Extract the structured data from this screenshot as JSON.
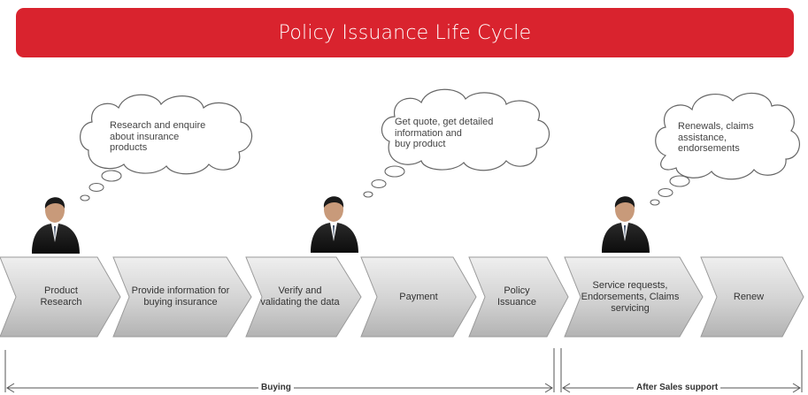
{
  "title": "Policy Issuance Life Cycle",
  "thoughts": [
    "Research and enquire\nabout insurance\nproducts",
    "Get quote, get detailed\ninformation and\nbuy product",
    "Renewals, claims\nassistance,\nendorsements"
  ],
  "steps": [
    "Product Research",
    "Provide information for buying insurance",
    "Verify and validating the data",
    "Payment",
    "Policy Issuance",
    "Service requests, Endorsements, Claims servicing",
    "Renew"
  ],
  "phases": {
    "buying": "Buying",
    "after_sales": "After Sales support"
  },
  "colors": {
    "banner": "#d9232e",
    "chevron_light": "#eeeeee",
    "chevron_dark": "#b5b5b5"
  }
}
